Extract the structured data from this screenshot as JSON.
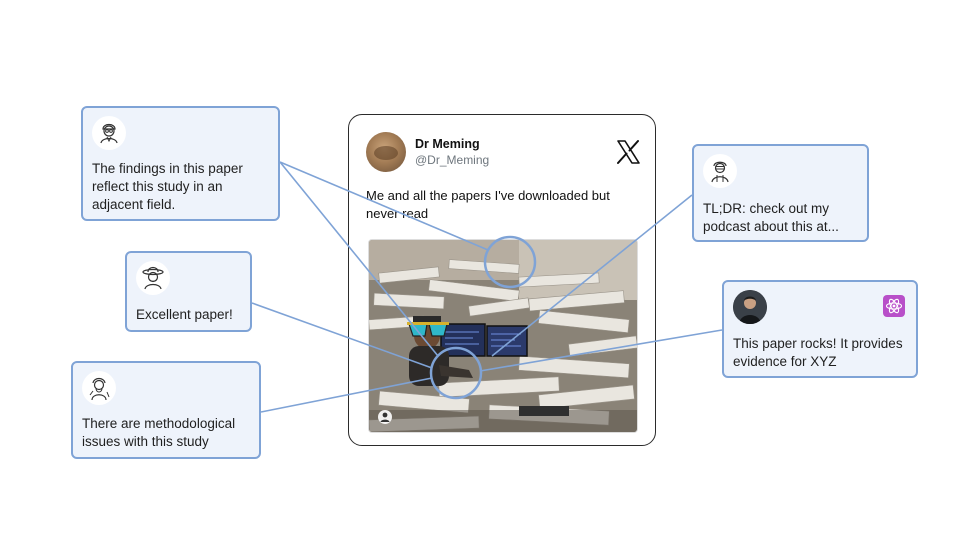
{
  "tweet": {
    "author_name": "Dr Meming",
    "author_handle": "@Dr_Meming",
    "text": "Me and all the papers I've downloaded but never read",
    "platform_icon": "x-logo-icon",
    "image_description_icon": "person-icon"
  },
  "comments": [
    {
      "avatar_icon": "scientist-avatar-icon",
      "text": "The findings in this paper reflect this study in an adjacent field."
    },
    {
      "avatar_icon": "explorer-avatar-icon",
      "text": "Excellent paper!"
    },
    {
      "avatar_icon": "professor-avatar-icon",
      "text": "There are methodological issues with this study"
    },
    {
      "avatar_icon": "lab-avatar-icon",
      "text": "TL;DR: check out my podcast about this at..."
    },
    {
      "avatar_icon": "photo-avatar",
      "badge_icon": "atom-icon",
      "text": "This paper rocks! It provides evidence for XYZ"
    }
  ],
  "colors": {
    "connector": "#7fa3d6",
    "comment_border": "#7fa3d6",
    "comment_bg": "#eef3fb",
    "badge": "#b84fc9",
    "tweet_border": "#2b2b2b"
  }
}
